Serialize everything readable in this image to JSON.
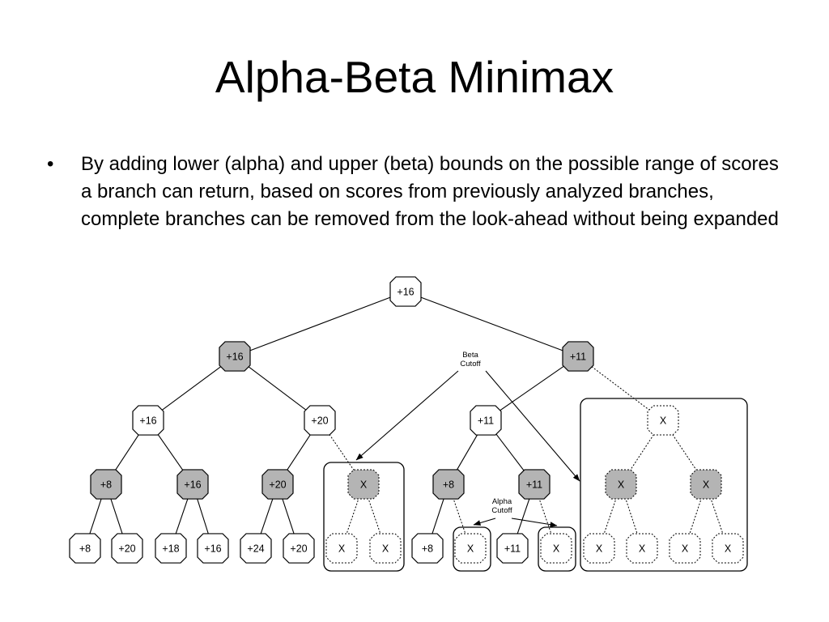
{
  "slide": {
    "title": "Alpha-Beta Minimax",
    "bullet_symbol": "•",
    "bullet_text": "By adding lower (alpha) and upper (beta) bounds on the possible range of scores a branch can return, based on scores from previously analyzed branches, complete branches can be removed from the look-ahead without being expanded"
  },
  "tree": {
    "nodes": [
      {
        "id": "root",
        "label": "+16",
        "fill": "white",
        "dotted": false
      },
      {
        "id": "n2a",
        "label": "+16",
        "fill": "gray",
        "dotted": false
      },
      {
        "id": "n2b",
        "label": "+11",
        "fill": "gray",
        "dotted": false
      },
      {
        "id": "n3a",
        "label": "+16",
        "fill": "white",
        "dotted": false
      },
      {
        "id": "n3b",
        "label": "+20",
        "fill": "white",
        "dotted": false
      },
      {
        "id": "n3c",
        "label": "+11",
        "fill": "white",
        "dotted": false
      },
      {
        "id": "n3d",
        "label": "X",
        "fill": "white",
        "dotted": true
      },
      {
        "id": "n4a",
        "label": "+8",
        "fill": "gray",
        "dotted": false
      },
      {
        "id": "n4b",
        "label": "+16",
        "fill": "gray",
        "dotted": false
      },
      {
        "id": "n4c",
        "label": "+20",
        "fill": "gray",
        "dotted": false
      },
      {
        "id": "n4d",
        "label": "X",
        "fill": "gray",
        "dotted": true
      },
      {
        "id": "n4e",
        "label": "+8",
        "fill": "gray",
        "dotted": false
      },
      {
        "id": "n4f",
        "label": "+11",
        "fill": "gray",
        "dotted": false
      },
      {
        "id": "n4g",
        "label": "X",
        "fill": "gray",
        "dotted": true
      },
      {
        "id": "n4h",
        "label": "X",
        "fill": "gray",
        "dotted": true
      },
      {
        "id": "l1",
        "label": "+8",
        "fill": "white",
        "dotted": false
      },
      {
        "id": "l2",
        "label": "+20",
        "fill": "white",
        "dotted": false
      },
      {
        "id": "l3",
        "label": "+18",
        "fill": "white",
        "dotted": false
      },
      {
        "id": "l4",
        "label": "+16",
        "fill": "white",
        "dotted": false
      },
      {
        "id": "l5",
        "label": "+24",
        "fill": "white",
        "dotted": false
      },
      {
        "id": "l6",
        "label": "+20",
        "fill": "white",
        "dotted": false
      },
      {
        "id": "l7",
        "label": "X",
        "fill": "white",
        "dotted": true
      },
      {
        "id": "l8",
        "label": "X",
        "fill": "white",
        "dotted": true
      },
      {
        "id": "l9",
        "label": "+8",
        "fill": "white",
        "dotted": false
      },
      {
        "id": "l10",
        "label": "X",
        "fill": "white",
        "dotted": true
      },
      {
        "id": "l11",
        "label": "+11",
        "fill": "white",
        "dotted": false
      },
      {
        "id": "l12",
        "label": "X",
        "fill": "white",
        "dotted": true
      },
      {
        "id": "l13",
        "label": "X",
        "fill": "white",
        "dotted": true
      },
      {
        "id": "l14",
        "label": "X",
        "fill": "white",
        "dotted": true
      },
      {
        "id": "l15",
        "label": "X",
        "fill": "white",
        "dotted": true
      },
      {
        "id": "l16",
        "label": "X",
        "fill": "white",
        "dotted": true
      }
    ],
    "edges": [
      {
        "from": "root",
        "to": "n2a",
        "dotted": false
      },
      {
        "from": "root",
        "to": "n2b",
        "dotted": false
      },
      {
        "from": "n2a",
        "to": "n3a",
        "dotted": false
      },
      {
        "from": "n2a",
        "to": "n3b",
        "dotted": false
      },
      {
        "from": "n2b",
        "to": "n3c",
        "dotted": false
      },
      {
        "from": "n2b",
        "to": "n3d",
        "dotted": true
      },
      {
        "from": "n3a",
        "to": "n4a",
        "dotted": false
      },
      {
        "from": "n3a",
        "to": "n4b",
        "dotted": false
      },
      {
        "from": "n3b",
        "to": "n4c",
        "dotted": false
      },
      {
        "from": "n3b",
        "to": "n4d",
        "dotted": true
      },
      {
        "from": "n3c",
        "to": "n4e",
        "dotted": false
      },
      {
        "from": "n3c",
        "to": "n4f",
        "dotted": false
      },
      {
        "from": "n3d",
        "to": "n4g",
        "dotted": true
      },
      {
        "from": "n3d",
        "to": "n4h",
        "dotted": true
      },
      {
        "from": "n4a",
        "to": "l1",
        "dotted": false
      },
      {
        "from": "n4a",
        "to": "l2",
        "dotted": false
      },
      {
        "from": "n4b",
        "to": "l3",
        "dotted": false
      },
      {
        "from": "n4b",
        "to": "l4",
        "dotted": false
      },
      {
        "from": "n4c",
        "to": "l5",
        "dotted": false
      },
      {
        "from": "n4c",
        "to": "l6",
        "dotted": false
      },
      {
        "from": "n4d",
        "to": "l7",
        "dotted": true
      },
      {
        "from": "n4d",
        "to": "l8",
        "dotted": true
      },
      {
        "from": "n4e",
        "to": "l9",
        "dotted": false
      },
      {
        "from": "n4e",
        "to": "l10",
        "dotted": true
      },
      {
        "from": "n4f",
        "to": "l11",
        "dotted": false
      },
      {
        "from": "n4f",
        "to": "l12",
        "dotted": true
      },
      {
        "from": "n4g",
        "to": "l13",
        "dotted": true
      },
      {
        "from": "n4g",
        "to": "l14",
        "dotted": true
      },
      {
        "from": "n4h",
        "to": "l15",
        "dotted": true
      },
      {
        "from": "n4h",
        "to": "l16",
        "dotted": true
      }
    ],
    "annotations": [
      {
        "id": "beta",
        "lines": [
          "Beta",
          "Cutoff"
        ]
      },
      {
        "id": "alpha",
        "lines": [
          "Alpha",
          "Cutoff"
        ]
      }
    ],
    "colors": {
      "gray_fill": "#b4b4b4",
      "white_fill": "#ffffff",
      "stroke": "#000000"
    }
  }
}
